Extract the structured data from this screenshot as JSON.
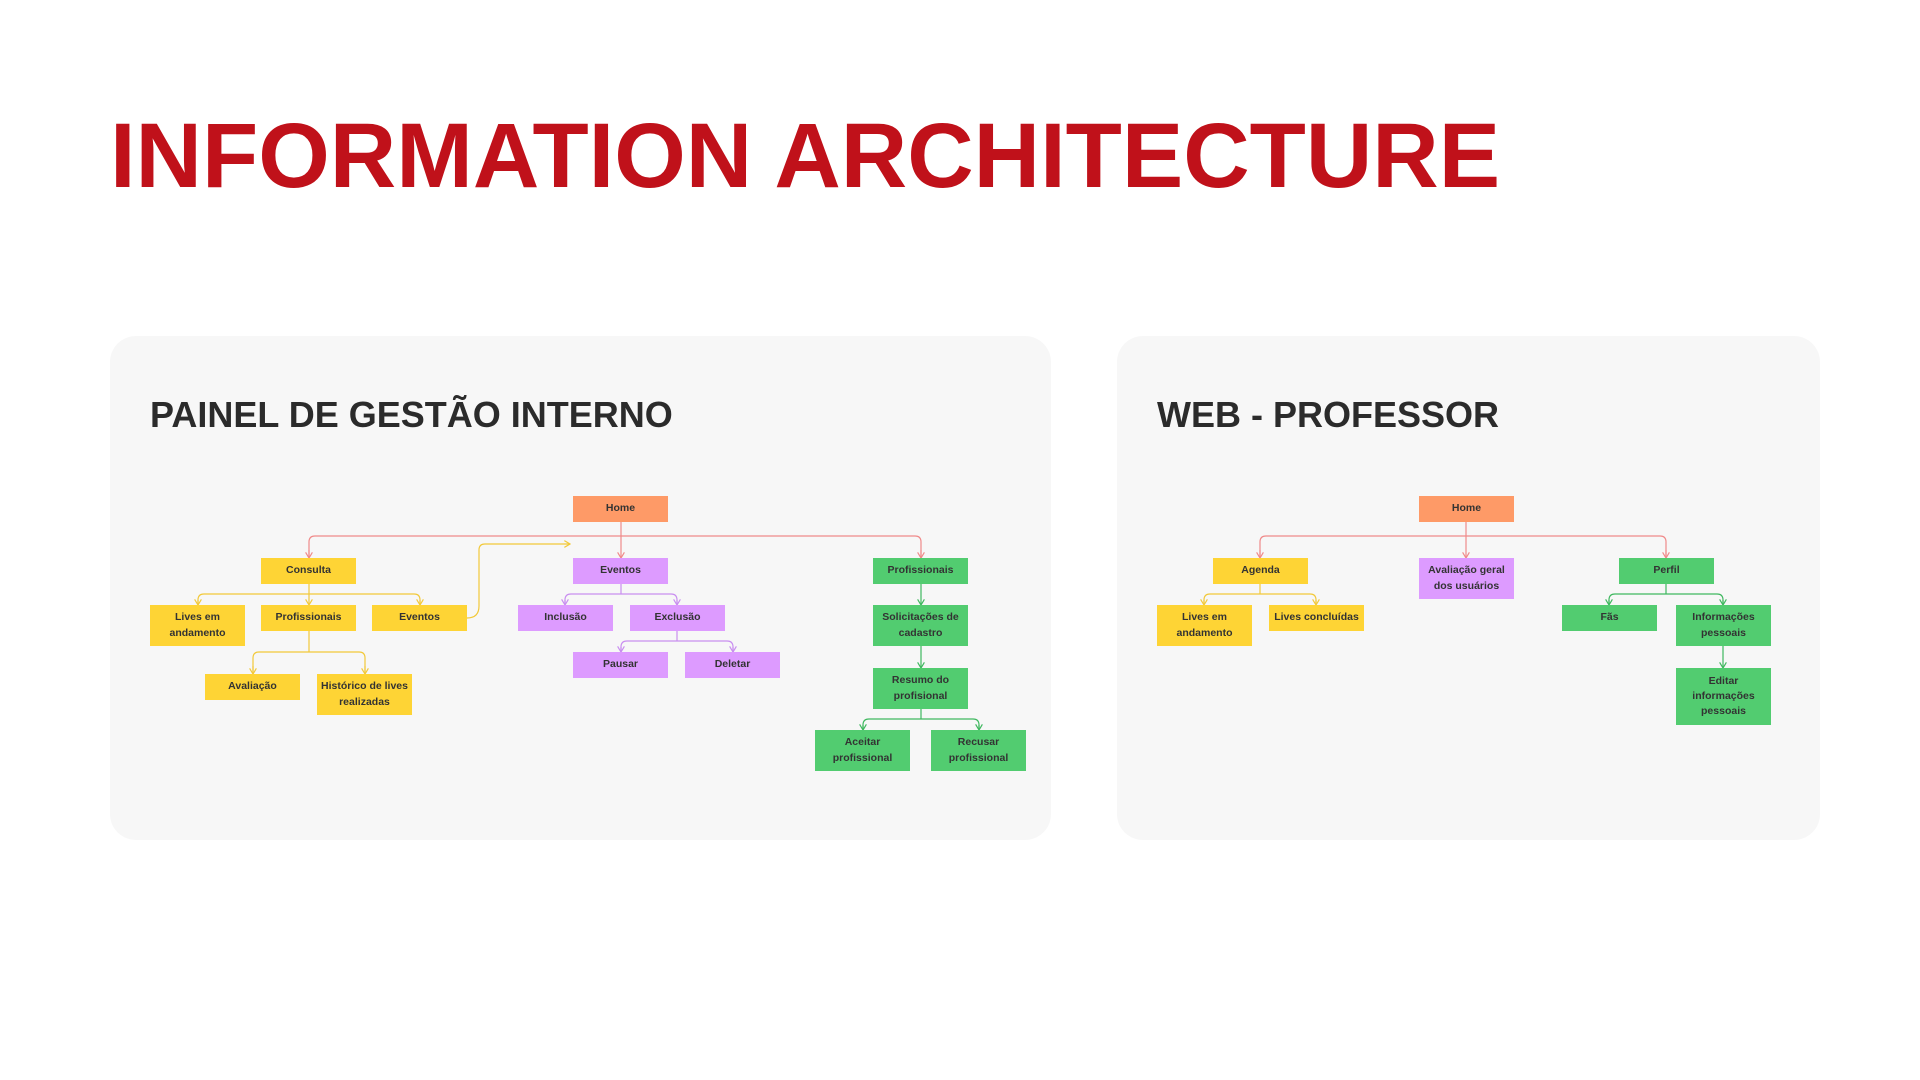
{
  "title": "INFORMATION ARCHITECTURE",
  "colors": {
    "title": "#c0111a",
    "orange": "#fe9a67",
    "yellow": "#fed435",
    "purple": "#dd9bff",
    "green": "#52cc70"
  },
  "painel": {
    "title": "PAINEL DE GESTÃO INTERNO",
    "home": "Home",
    "consulta": "Consulta",
    "lives_em_andamento": "Lives em andamento",
    "profissionais_consulta": "Profissionais",
    "eventos_consulta": "Eventos",
    "avaliacao": "Avaliação",
    "historico": "Histórico de lives realizadas",
    "eventos": "Eventos",
    "inclusao": "Inclusão",
    "exclusao": "Exclusão",
    "pausar": "Pausar",
    "deletar": "Deletar",
    "profissionais": "Profissionais",
    "solicitacoes": "Solicitações de cadastro",
    "resumo": "Resumo do profisional",
    "aceitar": "Aceitar profissional",
    "recusar": "Recusar profissional"
  },
  "web": {
    "title": "WEB - PROFESSOR",
    "home": "Home",
    "agenda": "Agenda",
    "lives_em_andamento": "Lives em andamento",
    "lives_concluidas": "Lives concluídas",
    "avaliacao_geral": "Avaliação geral dos usuários",
    "perfil": "Perfil",
    "fas": "Fãs",
    "informacoes": "Informações pessoais",
    "editar": "Editar informações pessoais"
  }
}
